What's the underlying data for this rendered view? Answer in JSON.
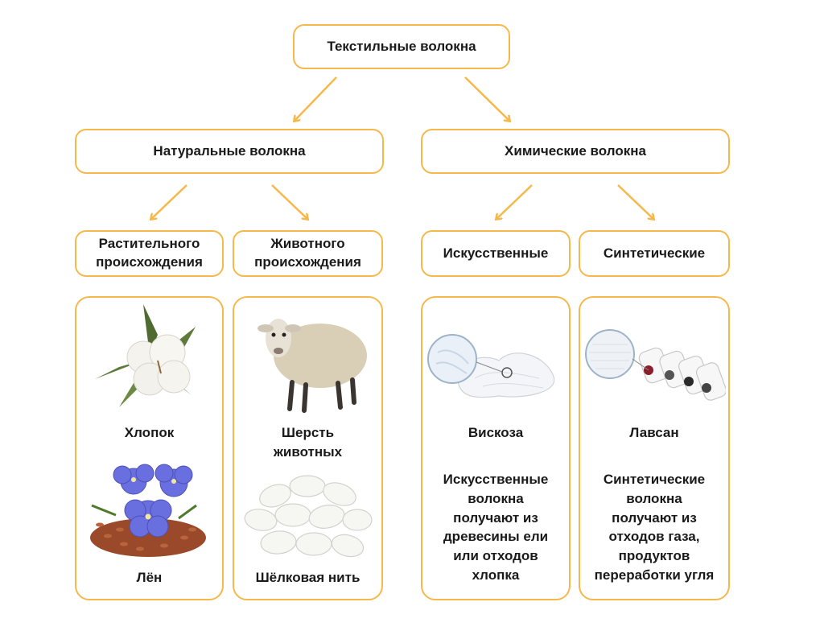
{
  "root": "Текстильные волокна",
  "natural": {
    "title": "Натуральные волокна",
    "plant": {
      "title_1": "Растительного",
      "title_2": "происхождения",
      "item1": "Хлопок",
      "item2": "Лён"
    },
    "animal": {
      "title_1": "Животного",
      "title_2": "происхождения",
      "item1_1": "Шерсть",
      "item1_2": "животных",
      "item2": "Шёлковая нить"
    }
  },
  "chemical": {
    "title": "Химические волокна",
    "artificial": {
      "title": "Искусственные",
      "item": "Вискоза",
      "desc": [
        "Искусственные",
        "волокна",
        "получают из",
        "древесины ели",
        "или отходов",
        "хлопка"
      ]
    },
    "synthetic": {
      "title": "Синтетические",
      "item": "Лавсан",
      "desc": [
        "Синтетические",
        "волокна",
        "получают из",
        "отходов газа,",
        "продуктов",
        "переработки угля"
      ]
    }
  },
  "colors": {
    "border": "#f7b84b",
    "arrow": "#f7b84b",
    "flax": "#6a6fe0",
    "seed": "#9a4a2a"
  }
}
